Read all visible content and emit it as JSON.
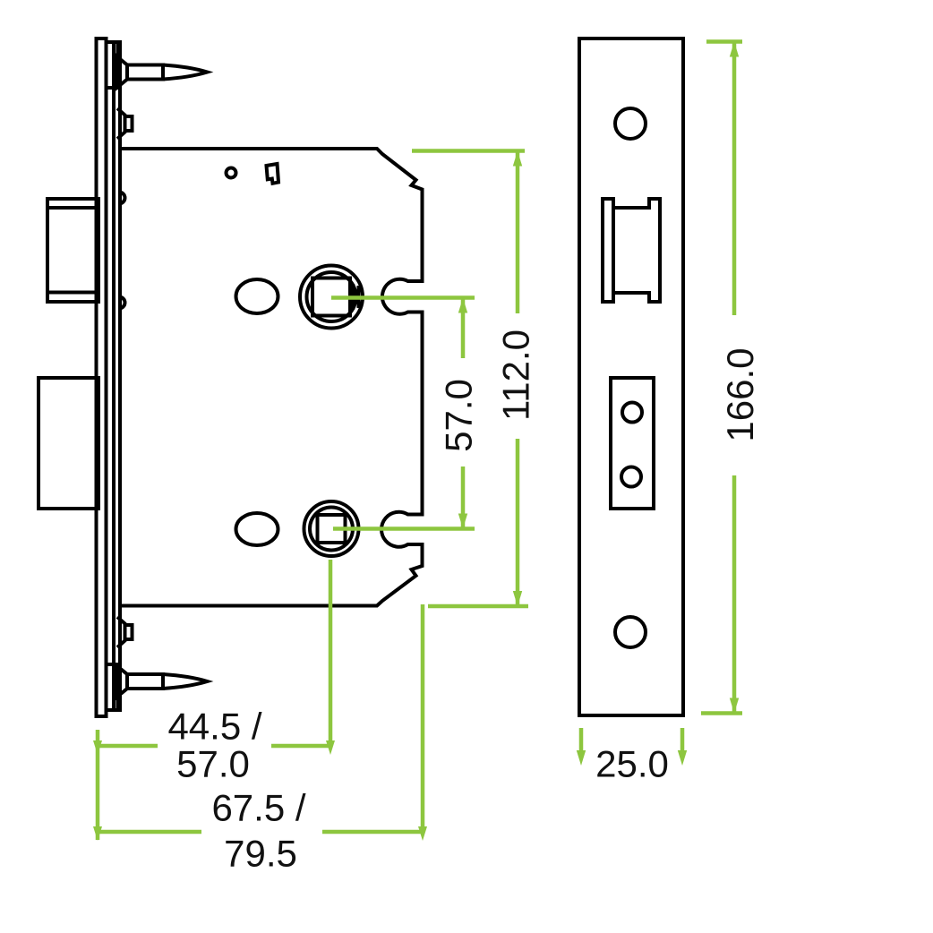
{
  "drawing": {
    "background": "#ffffff",
    "line_color": "#000000",
    "dimension_color": "#8dc63f"
  },
  "dimensions": {
    "follower_centres": "57.0",
    "case_height": "112.0",
    "faceplate_height": "166.0",
    "backset_top": "44.5 /",
    "backset_bottom": "57.0",
    "case_depth_top": "67.5 /",
    "case_depth_bottom": "79.5",
    "faceplate_width": "25.0"
  }
}
